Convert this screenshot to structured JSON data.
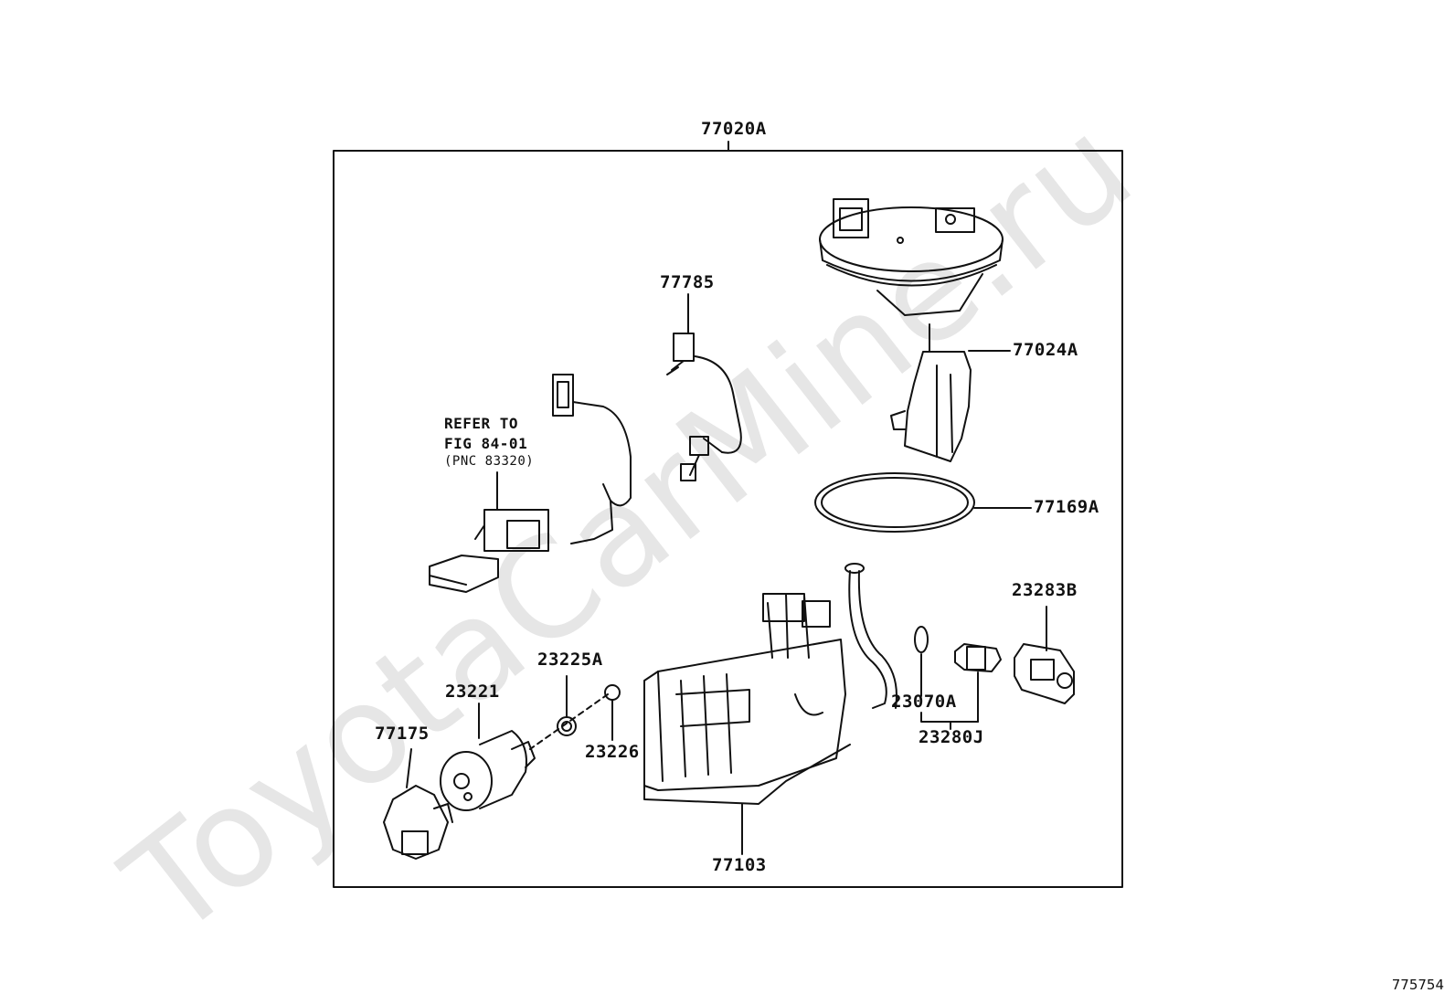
{
  "watermark": "ToyotaCarMine.ru",
  "figure_number": "775754",
  "assembly_label": "77020A",
  "reference_note": {
    "line1": "REFER TO",
    "line2": "FIG 84-01",
    "line3": "(PNC 83320)"
  },
  "parts": {
    "p77785": "77785",
    "p77024A": "77024A",
    "p77169A": "77169A",
    "p23283B": "23283B",
    "p23070A": "23070A",
    "p23280J": "23280J",
    "p77103": "77103",
    "p23225A": "23225A",
    "p23226": "23226",
    "p23221": "23221",
    "p77175": "77175"
  }
}
